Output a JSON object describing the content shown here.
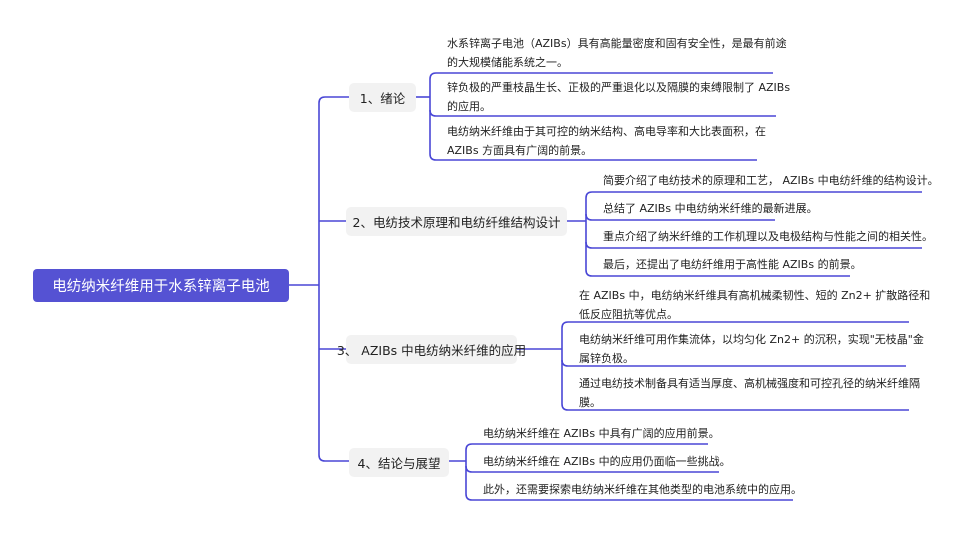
{
  "root": {
    "label": "电纺纳米纤维用于水系锌离子电池"
  },
  "colors": {
    "accent": "#5552D3",
    "branch_bg": "#f2f2f2",
    "line": "#4a47d6"
  },
  "branches": [
    {
      "label": "1、绪论",
      "leaves": [
        "水系锌离子电池（AZIBs）具有高能量密度和固有安全性，是最有前途\n的大规模储能系统之一。",
        "锌负极的严重枝晶生长、正极的严重退化以及隔膜的束缚限制了 AZIBs\n的应用。",
        "电纺纳米纤维由于其可控的纳米结构、高电导率和大比表面积，在\nAZIBs 方面具有广阔的前景。"
      ]
    },
    {
      "label": "2、电纺技术原理和电纺纤维结构设计",
      "leaves": [
        "简要介绍了电纺技术的原理和工艺， AZIBs 中电纺纤维的结构设计。",
        "总结了 AZIBs 中电纺纳米纤维的最新进展。",
        "重点介绍了纳米纤维的工作机理以及电极结构与性能之间的相关性。",
        "最后，还提出了电纺纤维用于高性能 AZIBs 的前景。"
      ]
    },
    {
      "label": "3、 AZIBs 中电纺纳米纤维的应用",
      "leaves": [
        "在 AZIBs 中，电纺纳米纤维具有高机械柔韧性、短的 Zn2+ 扩散路径和\n低反应阻抗等优点。",
        "电纺纳米纤维可用作集流体，以均匀化 Zn2+ 的沉积，实现\"无枝晶\"金\n属锌负极。",
        "通过电纺技术制备具有适当厚度、高机械强度和可控孔径的纳米纤维隔\n膜。"
      ]
    },
    {
      "label": "4、结论与展望",
      "leaves": [
        "电纺纳米纤维在 AZIBs 中具有广阔的应用前景。",
        "电纺纳米纤维在 AZIBs 中的应用仍面临一些挑战。",
        "此外，还需要探索电纺纳米纤维在其他类型的电池系统中的应用。"
      ]
    }
  ]
}
